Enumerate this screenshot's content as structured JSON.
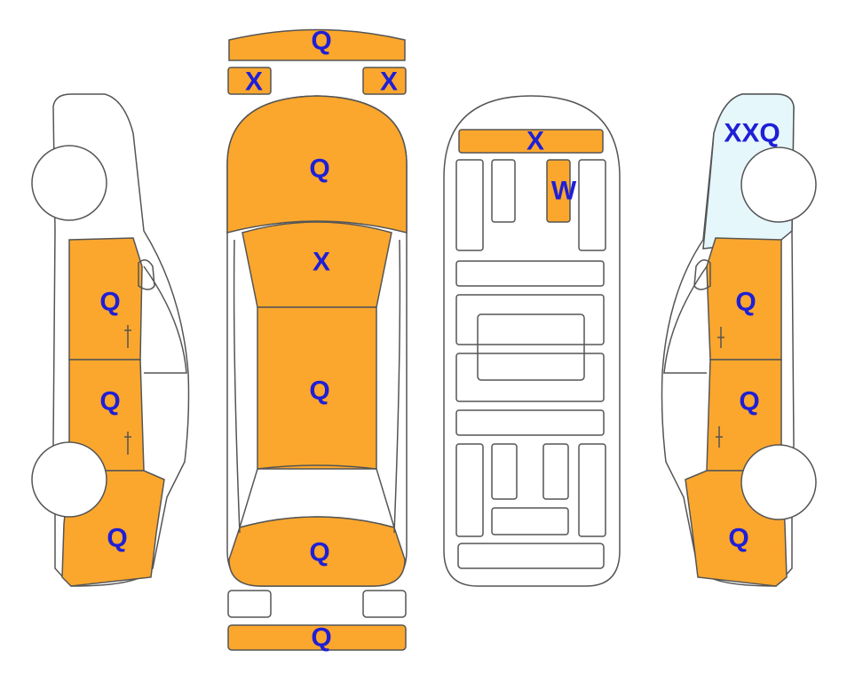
{
  "colors": {
    "damaged": "#FBA72D",
    "glass_marked": "#E6F7FC",
    "blank": "#FFFFFF",
    "label": "#1F1FD6",
    "outline": "#555555"
  },
  "labels": {
    "top_front_bumper": "Q",
    "top_left_mirror": "X",
    "top_right_mirror": "X",
    "top_hood": "Q",
    "top_windshield": "X",
    "top_roof": "Q",
    "top_trunk": "Q",
    "top_rear_bumper": "Q",
    "underside_front_panel": "X",
    "underside_center_bar": "W",
    "left_front_door": "Q",
    "left_rear_door": "Q",
    "left_rear_quarter": "Q",
    "right_windshield": "XXQ",
    "right_front_door": "Q",
    "right_rear_door": "Q",
    "right_rear_quarter": "Q"
  }
}
